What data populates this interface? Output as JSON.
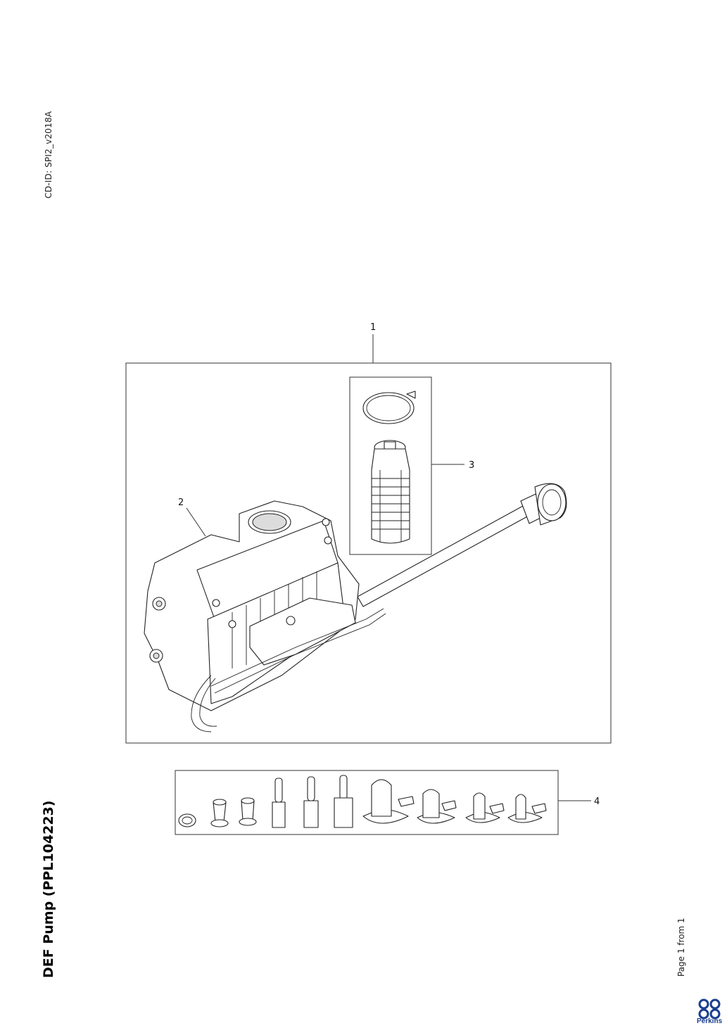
{
  "header": {
    "cd_id": "CD-ID: SPI2_v2018A"
  },
  "document": {
    "title": "DEF Pump (PPL104223)"
  },
  "footer": {
    "page_info": "Page 1 from 1"
  },
  "brand": {
    "name": "Perkins",
    "color": "#1a3f8f"
  },
  "callouts": {
    "item1": "1",
    "item2": "2",
    "item3": "3",
    "item4": "4"
  }
}
